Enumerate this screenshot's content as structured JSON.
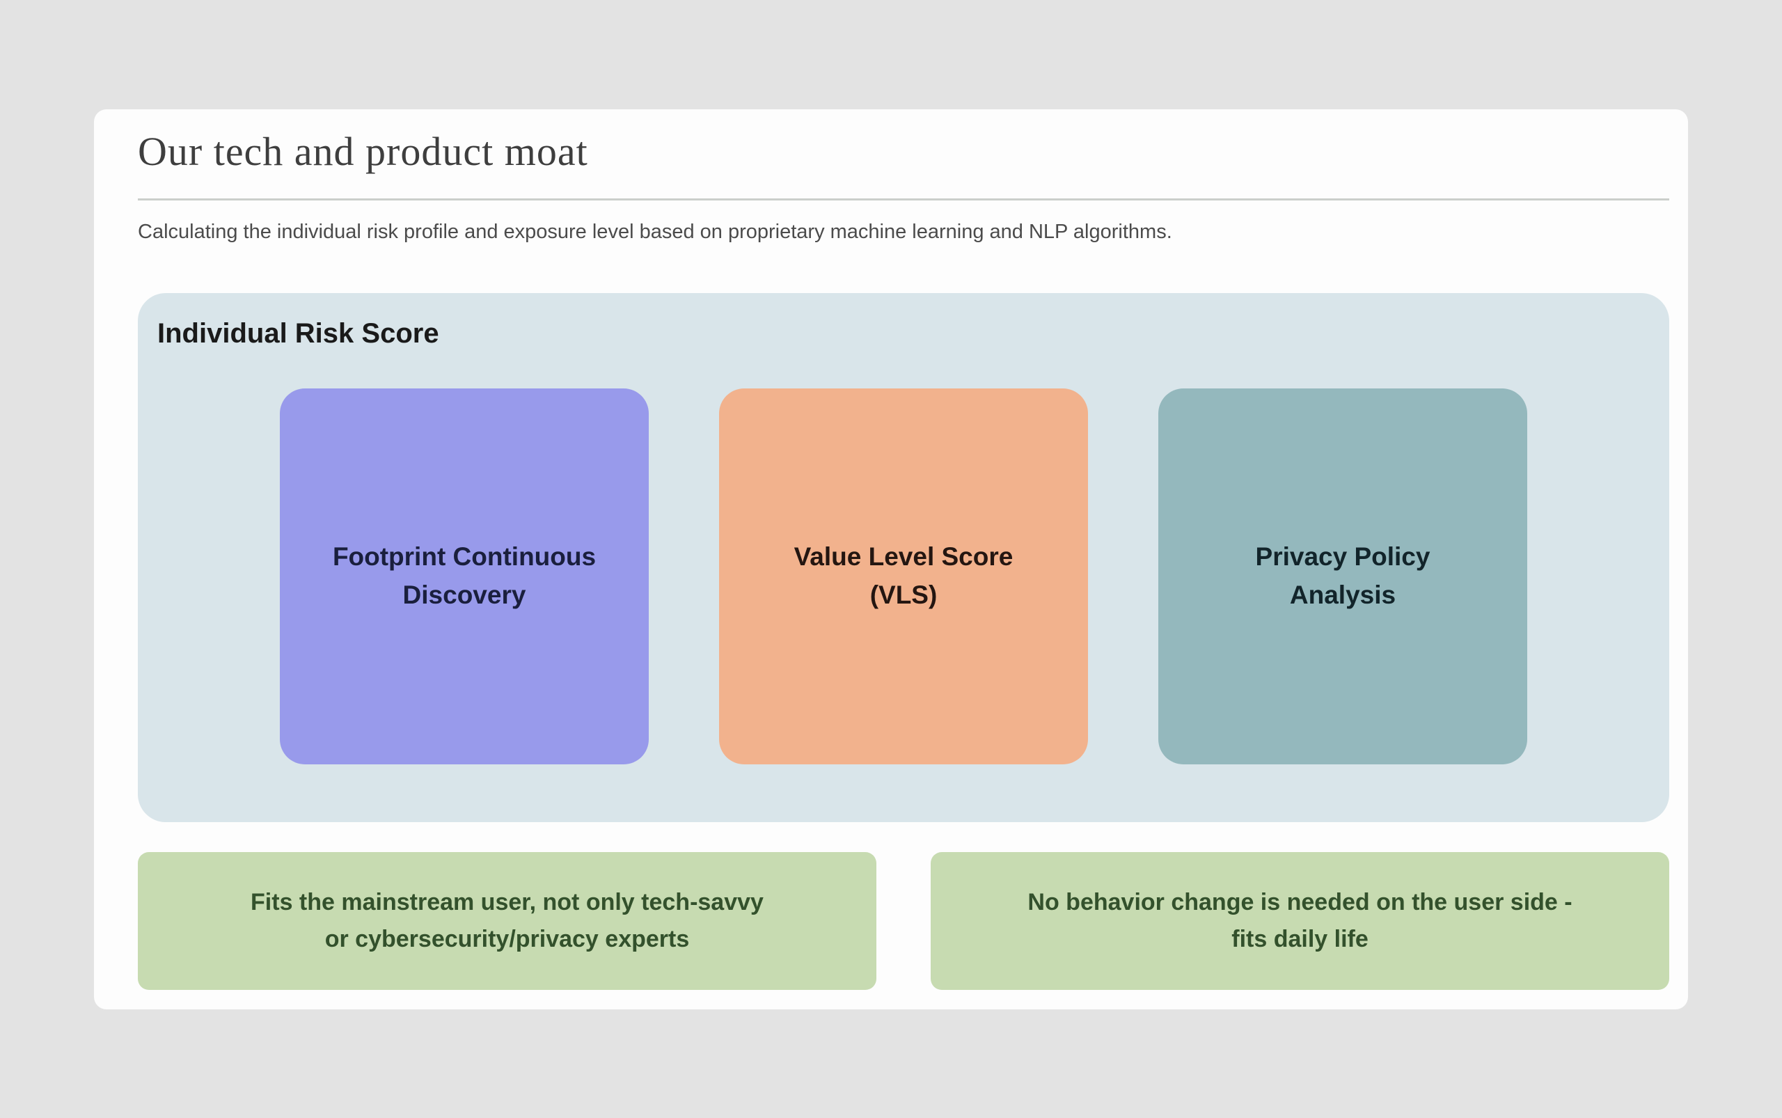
{
  "slide": {
    "title": "Our tech and product moat",
    "subtitle": "Calculating the individual risk profile and exposure level based on proprietary machine learning and NLP algorithms."
  },
  "risk_score": {
    "heading": "Individual Risk Score",
    "pillars": [
      {
        "label": "Footprint Continuous\nDiscovery",
        "color": "#989aeb"
      },
      {
        "label": "Value Level Score\n(VLS)",
        "color": "#f2b28d"
      },
      {
        "label": "Privacy Policy\nAnalysis",
        "color": "#94b8bd"
      }
    ]
  },
  "benefits": [
    {
      "text": "Fits the mainstream user, not only tech-savvy\nor cybersecurity/privacy experts"
    },
    {
      "text": "No behavior change is needed on the user side -\nfits daily life"
    }
  ],
  "colors": {
    "page_bg": "#e3e3e3",
    "card_bg": "#fdfdfd",
    "title": "#3e3e3e",
    "rule": "#cbcfcb",
    "subtitle": "#4b4b4b",
    "container_bg": "#d9e5ea",
    "container_label": "#1a1a1a",
    "purple": "#989aeb",
    "purple_text": "#1a1f3d",
    "orange": "#f2b28d",
    "orange_text": "#241611",
    "teal": "#94b8bd",
    "teal_text": "#12242a",
    "green": "#c7dbb1",
    "green_text": "#33512c"
  }
}
